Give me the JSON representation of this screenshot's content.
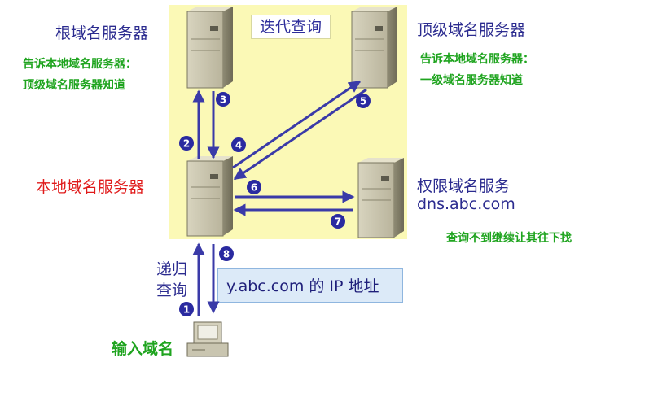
{
  "title": "迭代查询",
  "servers": {
    "root": {
      "label": "根域名服务器"
    },
    "tld": {
      "label": "顶级域名服务器"
    },
    "local": {
      "label": "本地域名服务器"
    },
    "authoritative": {
      "label_line1": "权限域名服务",
      "label_line2": "dns.abc.com"
    }
  },
  "notes": {
    "root_line1": "告诉本地域名服务器：",
    "root_line2": "顶级域名服务器知道",
    "tld_line1": "告诉本地域名服务器：",
    "tld_line2": "一级域名服务器知道",
    "authoritative": "查询不到继续让其往下找"
  },
  "recursive_query": {
    "line1": "递归",
    "line2": "查询"
  },
  "answer_box": "y.abc.com 的 IP 地址",
  "client_label": "输入域名",
  "steps": [
    "1",
    "2",
    "3",
    "4",
    "5",
    "6",
    "7",
    "8"
  ],
  "colors": {
    "arrow": "#3a3aa8",
    "panel": "#fbf9b6",
    "step_badge": "#2a2aa0",
    "note_green": "#1fa41f",
    "label_red": "#e01a1a"
  }
}
